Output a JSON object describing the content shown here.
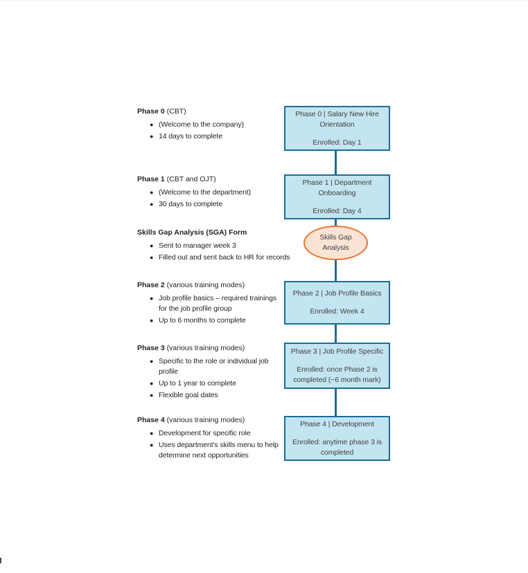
{
  "colors": {
    "accent_blue": "#1a6c96",
    "box_fill": "#c3e5f1",
    "ellipse_fill": "#fbe3d5",
    "ellipse_border": "#e8762f",
    "box_text": "#3f3f3f",
    "note_text": "#1f1f1f"
  },
  "sections": [
    {
      "heading_bold": "Phase 0",
      "heading_rest": " (CBT)",
      "bullets": [
        "(Welcome to the company)",
        "14 days to complete"
      ]
    },
    {
      "heading_bold": "Phase 1",
      "heading_rest": " (CBT and OJT)",
      "bullets": [
        "(Welcome to the department)",
        "30 days to complete"
      ]
    },
    {
      "heading_bold": "Skills Gap Analysis (SGA) Form",
      "heading_rest": "",
      "bullets": [
        "Sent to manager week 3",
        "Filled out and sent back to HR for records"
      ]
    },
    {
      "heading_bold": "Phase 2",
      "heading_rest": " (various training modes)",
      "bullets": [
        "Job profile basics – required trainings\nfor the job profile group",
        "Up to 6 months to complete"
      ]
    },
    {
      "heading_bold": "Phase 3",
      "heading_rest": " (various training modes)",
      "bullets": [
        "Specific to the role or individual job\nprofile",
        "Up to 1 year to complete",
        "Flexible goal dates"
      ]
    },
    {
      "heading_bold": "Phase 4",
      "heading_rest": " (various training modes)",
      "bullets": [
        "Development for specific role",
        "Uses department's skills menu to help\ndetermine next opportunities"
      ]
    }
  ],
  "flow": {
    "boxes": [
      {
        "title": "Phase 0 | Salary New Hire\nOrientation",
        "enrolled": "Enrolled: Day 1"
      },
      {
        "title": "Phase 1 | Department\nOnboarding",
        "enrolled": "Enrolled: Day 4"
      },
      {
        "title": "Phase 2 | Job Profile Basics",
        "enrolled": "Enrolled: Week 4"
      },
      {
        "title": "Phase 3 | Job Profile Specific",
        "enrolled": "Enrolled: once Phase 2 is\ncompleted (~6 month mark)"
      },
      {
        "title": "Phase 4 | Development",
        "enrolled": "Enrolled: anytime phase 3 is\ncompleted"
      }
    ],
    "ellipse_label": "Skills Gap\nAnalysis"
  }
}
